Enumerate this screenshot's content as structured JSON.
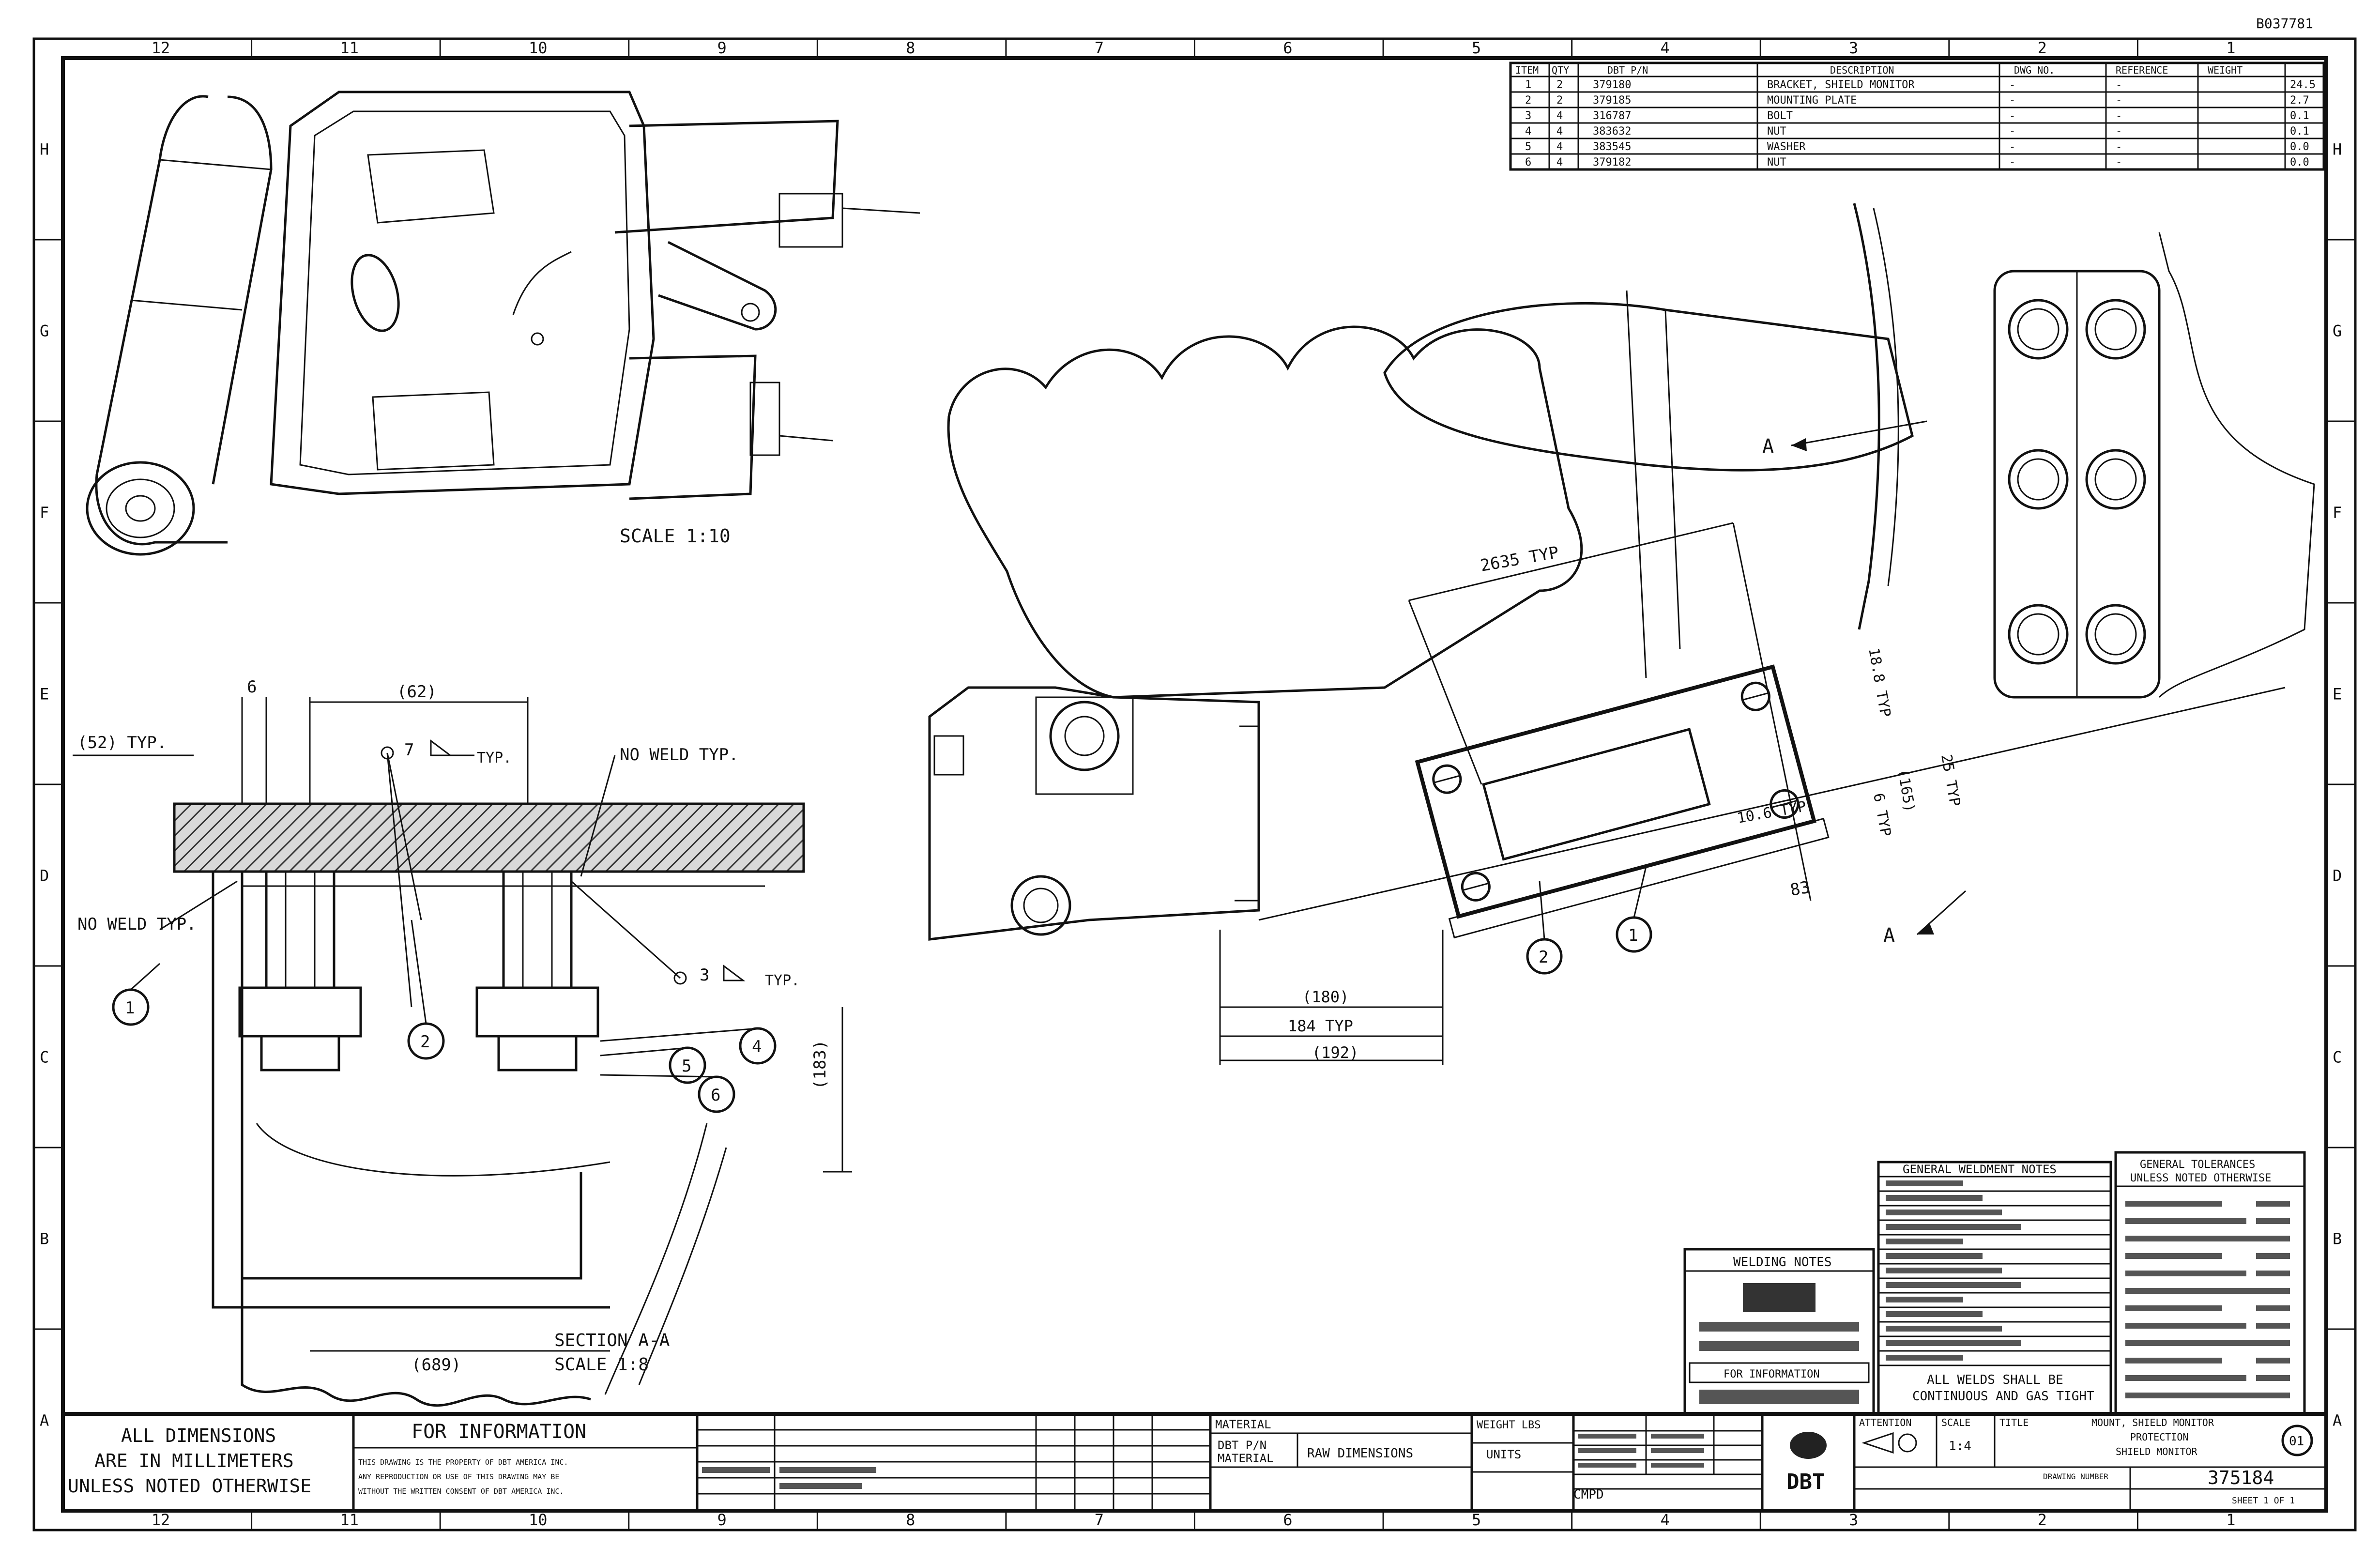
{
  "doc_id_corner": "B037781",
  "column_labels": [
    "12",
    "11",
    "10",
    "9",
    "8",
    "7",
    "6",
    "5",
    "4",
    "3",
    "2",
    "1"
  ],
  "row_labels": [
    "H",
    "G",
    "F",
    "E",
    "D",
    "C",
    "B",
    "A"
  ],
  "bom": {
    "headers": [
      "ITEM",
      "QTY",
      "DBT P/N",
      "DESCRIPTION",
      "DWG NO.",
      "REFERENCE",
      "WEIGHT"
    ],
    "rows": [
      [
        "1",
        "2",
        "379180",
        "BRACKET, SHIELD MONITOR",
        "-",
        "-",
        "24.5"
      ],
      [
        "2",
        "2",
        "379185",
        "MOUNTING PLATE",
        "-",
        "-",
        "2.7"
      ],
      [
        "3",
        "4",
        "316787",
        "BOLT",
        "-",
        "-",
        "0.1"
      ],
      [
        "4",
        "4",
        "383632",
        "NUT",
        "-",
        "-",
        "0.1"
      ],
      [
        "5",
        "4",
        "383545",
        "WASHER",
        "-",
        "-",
        "0.0"
      ],
      [
        "6",
        "4",
        "379182",
        "NUT",
        "-",
        "-",
        "0.0"
      ]
    ]
  },
  "view_labels": {
    "iso_scale": "SCALE 1:10",
    "section_title": "SECTION A-A",
    "section_scale": "SCALE 1:8",
    "section_marker_a": "A"
  },
  "section_dims": {
    "d6": "6",
    "d62": "(62)",
    "d52typ": "(52) TYP.",
    "d689": "(689)",
    "d183": "(183)",
    "weld_size": "7",
    "weld_typ": "TYP.",
    "weld_size_2": "3",
    "weld_typ_2": "TYP.",
    "no_weld_typ_top": "NO WELD TYP.",
    "no_weld_typ_left": "NO WELD TYP."
  },
  "callouts": [
    "1",
    "2",
    "4",
    "5",
    "6"
  ],
  "main_dims": {
    "d2635": "2635 TYP",
    "d188": "18.8 TYP",
    "d25typ": "25 TYP",
    "d165": "(165)",
    "d6typ": "6 TYP",
    "d106": "10.6 TYP",
    "d83": "83",
    "d180": "(180)",
    "d184": "184 TYP",
    "d192": "(192)"
  },
  "main_callouts": [
    "2",
    "1"
  ],
  "title_block": {
    "units_note_line1": "ALL DIMENSIONS",
    "units_note_line2": "ARE IN MILLIMETERS",
    "units_note_line3": "UNLESS NOTED OTHERWISE",
    "for_information": "FOR INFORMATION",
    "proprietary_1": "THIS DRAWING IS THE PROPERTY OF DBT AMERICA INC.",
    "proprietary_2": "ANY REPRODUCTION OR USE OF THIS DRAWING MAY BE",
    "proprietary_3": "WITHOUT THE WRITTEN CONSENT OF DBT AMERICA INC.",
    "material_label": "MATERIAL",
    "dbt_pn_label": "DBT P/N",
    "material_value": "RAW DIMENSIONS",
    "weight_label": "WEIGHT LBS",
    "units_label": "UNITS",
    "company": "DBT",
    "cmpd_label": "CMPD",
    "scale_label": "SCALE",
    "scale_value": "1:4",
    "title_label": "TITLE",
    "title_line1": "MOUNT, SHIELD MONITOR",
    "title_line2": "PROTECTION",
    "title_line3": "SHIELD MONITOR",
    "drawing_number_label": "DRAWING NUMBER",
    "drawing_number": "375184",
    "rev": "01",
    "sheet": "SHEET 1 OF 1",
    "attention": "ATTENTION"
  },
  "notes": {
    "welding_notes_title": "WELDING NOTES",
    "weldment_notes_title": "GENERAL WELDMENT NOTES",
    "tolerances_title": "GENERAL TOLERANCES UNLESS NOTED OTHERWISE",
    "all_welds_line1": "ALL WELDS SHALL BE",
    "all_welds_line2": "CONTINUOUS AND GAS TIGHT",
    "for_information": "FOR INFORMATION"
  }
}
